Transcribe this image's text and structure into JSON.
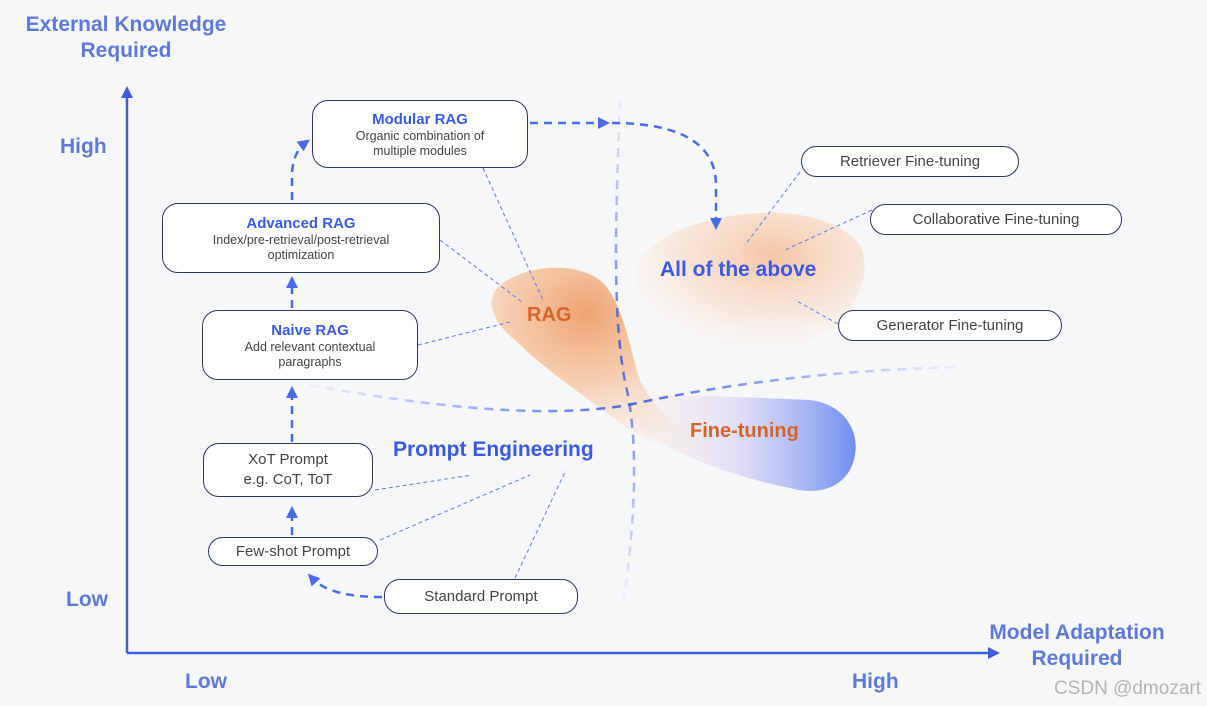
{
  "axes": {
    "y_title": "External Knowledge Required",
    "y_high": "High",
    "y_low": "Low",
    "x_title": "Model Adaptation Required",
    "x_low": "Low",
    "x_high": "High"
  },
  "regions": {
    "rag": "RAG",
    "fine_tuning": "Fine-tuning",
    "prompt_engineering": "Prompt Engineering",
    "all_of_the_above": "All of the above"
  },
  "nodes": {
    "modular_rag": {
      "title": "Modular RAG",
      "desc1": "Organic combination of",
      "desc2": "multiple modules"
    },
    "advanced_rag": {
      "title": "Advanced RAG",
      "desc1": "Index/pre-retrieval/post-retrieval",
      "desc2": "optimization"
    },
    "naive_rag": {
      "title": "Naive RAG",
      "desc1": "Add relevant contextual",
      "desc2": "paragraphs"
    },
    "xot_prompt": {
      "line1": "XoT Prompt",
      "line2": "e.g. CoT, ToT"
    },
    "few_shot_prompt": "Few-shot Prompt",
    "standard_prompt": "Standard Prompt"
  },
  "fine_tuning_methods": {
    "retriever": "Retriever Fine-tuning",
    "collaborative": "Collaborative Fine-tuning",
    "generator": "Generator Fine-tuning"
  },
  "watermark": "CSDN @dmozart",
  "colors": {
    "axis": "#3f5de0",
    "label": "#6079d8",
    "title_blue": "#3a5ae6",
    "orange": "#d4642a",
    "box_border": "#2d3763"
  }
}
